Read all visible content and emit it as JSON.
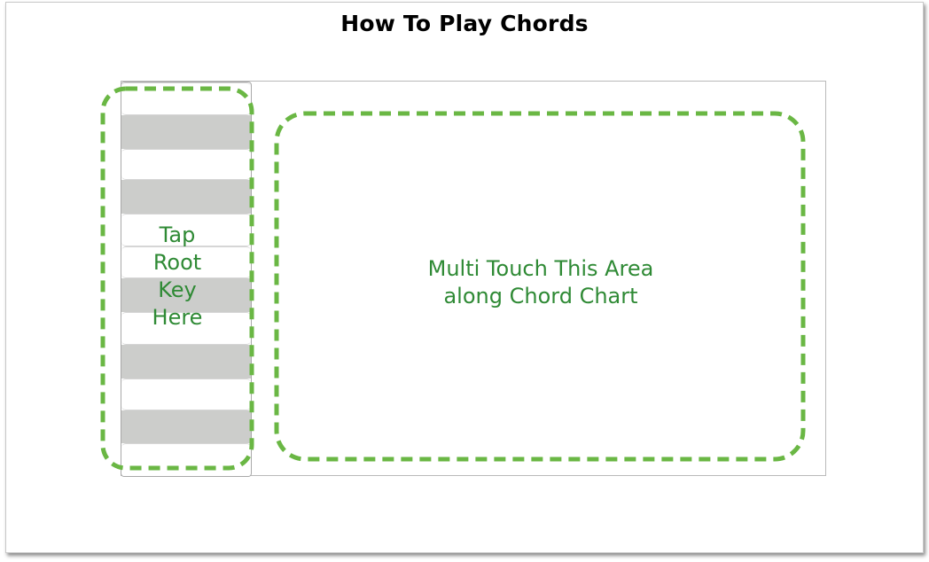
{
  "title": "How To Play Chords",
  "key_strip": {
    "label": "Tap\nRoot\nKey\nHere",
    "keys": [
      "white",
      "black",
      "white",
      "black",
      "white",
      "white",
      "black",
      "white",
      "black",
      "white",
      "black",
      "white"
    ]
  },
  "touch_area": {
    "label": "Multi Touch This Area\nalong Chord Chart"
  },
  "colors": {
    "accent": "#6ab744",
    "label_text": "#2f8a35",
    "black_key": "#cccdcb",
    "white_key": "#ffffff"
  }
}
